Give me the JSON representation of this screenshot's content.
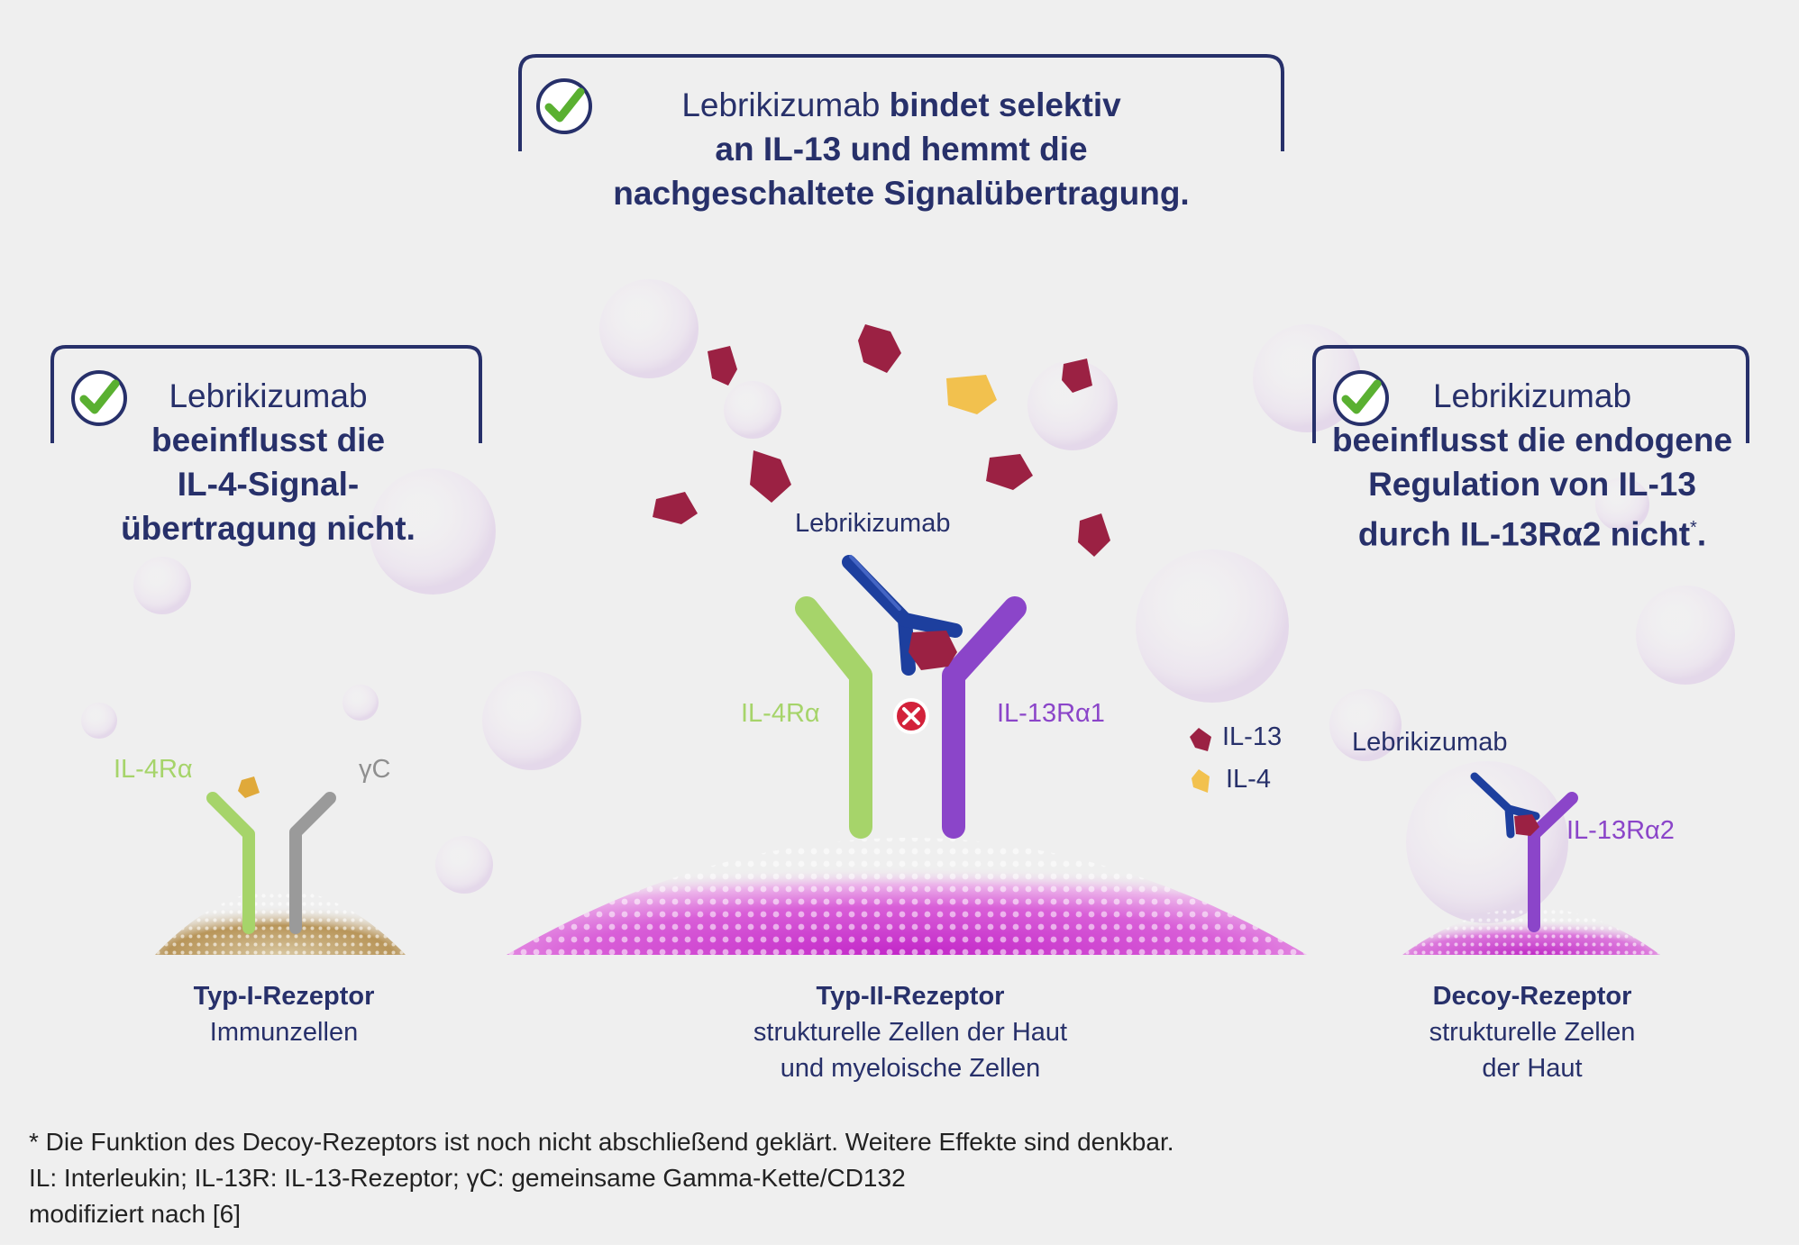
{
  "callouts": {
    "top": {
      "line1_normal": "Lebrikizumab",
      "line1_bold": "bindet selektiv",
      "line2": "an IL-13 und hemmt die",
      "line3": "nachgeschaltete Signalübertragung."
    },
    "left": {
      "line1": "Lebrikizumab",
      "line2": "beeinflusst die",
      "line3": "IL-4-Signal-",
      "line4": "übertragung nicht."
    },
    "right": {
      "line1": "Lebrikizumab",
      "line2": "beeinflusst die endogene",
      "line3": "Regulation von IL-13",
      "line4": "durch IL-13Rα2 nicht",
      "line4_sup": "*",
      "line4_end": "."
    }
  },
  "receptor_labels": {
    "type1_il4ra": "IL-4Rα",
    "type1_gc": "γC",
    "type2_il4ra": "IL-4Rα",
    "type2_il13ra1": "IL-13Rα1",
    "type2_antibody": "Lebrikizumab",
    "decoy_antibody": "Lebrikizumab",
    "decoy_il13ra2": "IL-13Rα2"
  },
  "legend": [
    {
      "label": "IL-13",
      "color": "#9b2143"
    },
    {
      "label": "IL-4",
      "color": "#f2c14e"
    }
  ],
  "captions": {
    "type1": {
      "title": "Typ-I-Rezeptor",
      "line1": "Immunzellen"
    },
    "type2": {
      "title": "Typ-II-Rezeptor",
      "line1": "strukturelle Zellen der Haut",
      "line2": "und myeloische Zellen"
    },
    "decoy": {
      "title": "Decoy-Rezeptor",
      "line1": "strukturelle Zellen",
      "line2": "der Haut"
    }
  },
  "footnotes": [
    "* Die Funktion des Decoy-Rezeptors ist noch nicht abschließend geklärt. Weitere Effekte sind denkbar.",
    "IL: Interleukin; IL-13R: IL-13-Rezeptor; γC: gemeinsame Gamma-Kette/CD132",
    "modifiziert nach [6]"
  ],
  "colors": {
    "navy": "#27306a",
    "il4ra_green": "#a6d46a",
    "gamma_gray": "#9a9a9a",
    "il13ra_purple": "#8b45c9",
    "antibody_blue": "#1d3f9e",
    "il13_red": "#9b2143",
    "il4_yellow": "#f2c14e",
    "check_green": "#5ab031",
    "block_red": "#d3213a"
  }
}
